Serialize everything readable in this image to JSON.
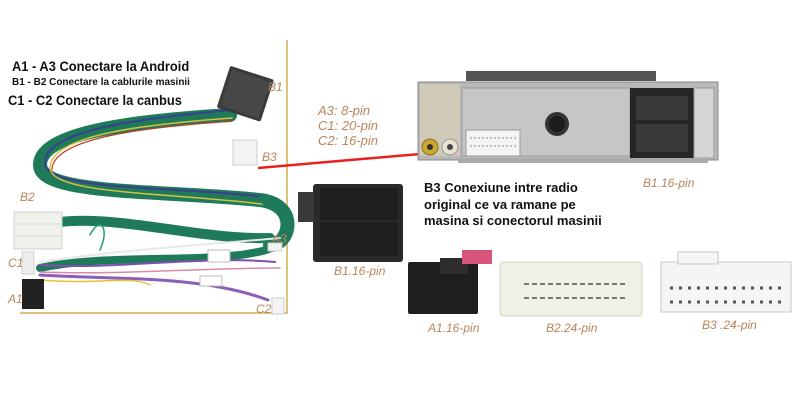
{
  "legend": {
    "line_a": "A1 - A3 Conectare la Android",
    "line_b": "B1 - B2  Conectare la cablurile masinii",
    "line_c": "C1 - C2 Conectare la canbus"
  },
  "harness_labels": {
    "b1": "B1",
    "b2": "B2",
    "b3": "B3",
    "a1": "A1",
    "a3": "A3",
    "c1": "C1",
    "c2": "C2"
  },
  "pin_info": [
    "A3: 8-pin",
    "C1: 20-pin",
    "C2: 16-pin"
  ],
  "b3_description": [
    "B3 Conexiune intre radio",
    "original ce va ramane pe",
    "masina si conectorul masinii"
  ],
  "connector_captions": {
    "b1_iso": "B1.16-pin",
    "radio_b1": "B1.16-pin",
    "a1": "A1.16-pin",
    "b2": "B2.24-pin",
    "b3": "B3 .24-pin"
  },
  "colors": {
    "label": "#b8845a",
    "frame": "#e0c27a",
    "arrow": "#e8201e",
    "wire_green": "#1f7a5a"
  }
}
